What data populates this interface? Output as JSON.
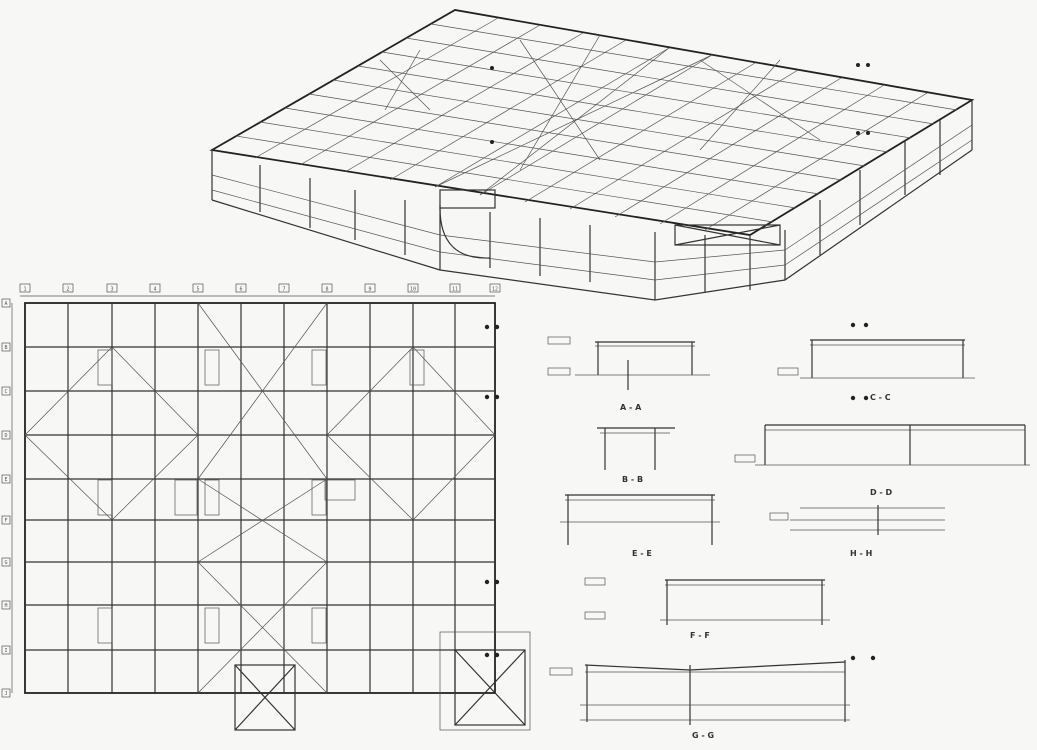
{
  "sections": [
    {
      "id": "A",
      "label": "A - A"
    },
    {
      "id": "B",
      "label": "B - B"
    },
    {
      "id": "C",
      "label": "C - C"
    },
    {
      "id": "D",
      "label": "D - D"
    },
    {
      "id": "E",
      "label": "E - E"
    },
    {
      "id": "F",
      "label": "F - F"
    },
    {
      "id": "G",
      "label": "G - G"
    },
    {
      "id": "H",
      "label": "H - H"
    }
  ],
  "grid_columns": [
    "1",
    "2",
    "3",
    "4",
    "5",
    "6",
    "7",
    "8",
    "9",
    "10",
    "11",
    "12"
  ],
  "grid_rows": [
    "A",
    "B",
    "C",
    "D",
    "E",
    "F",
    "G",
    "H",
    "I",
    "J"
  ],
  "colors": {
    "ink": "#333333",
    "paper": "#f7f7f5"
  }
}
